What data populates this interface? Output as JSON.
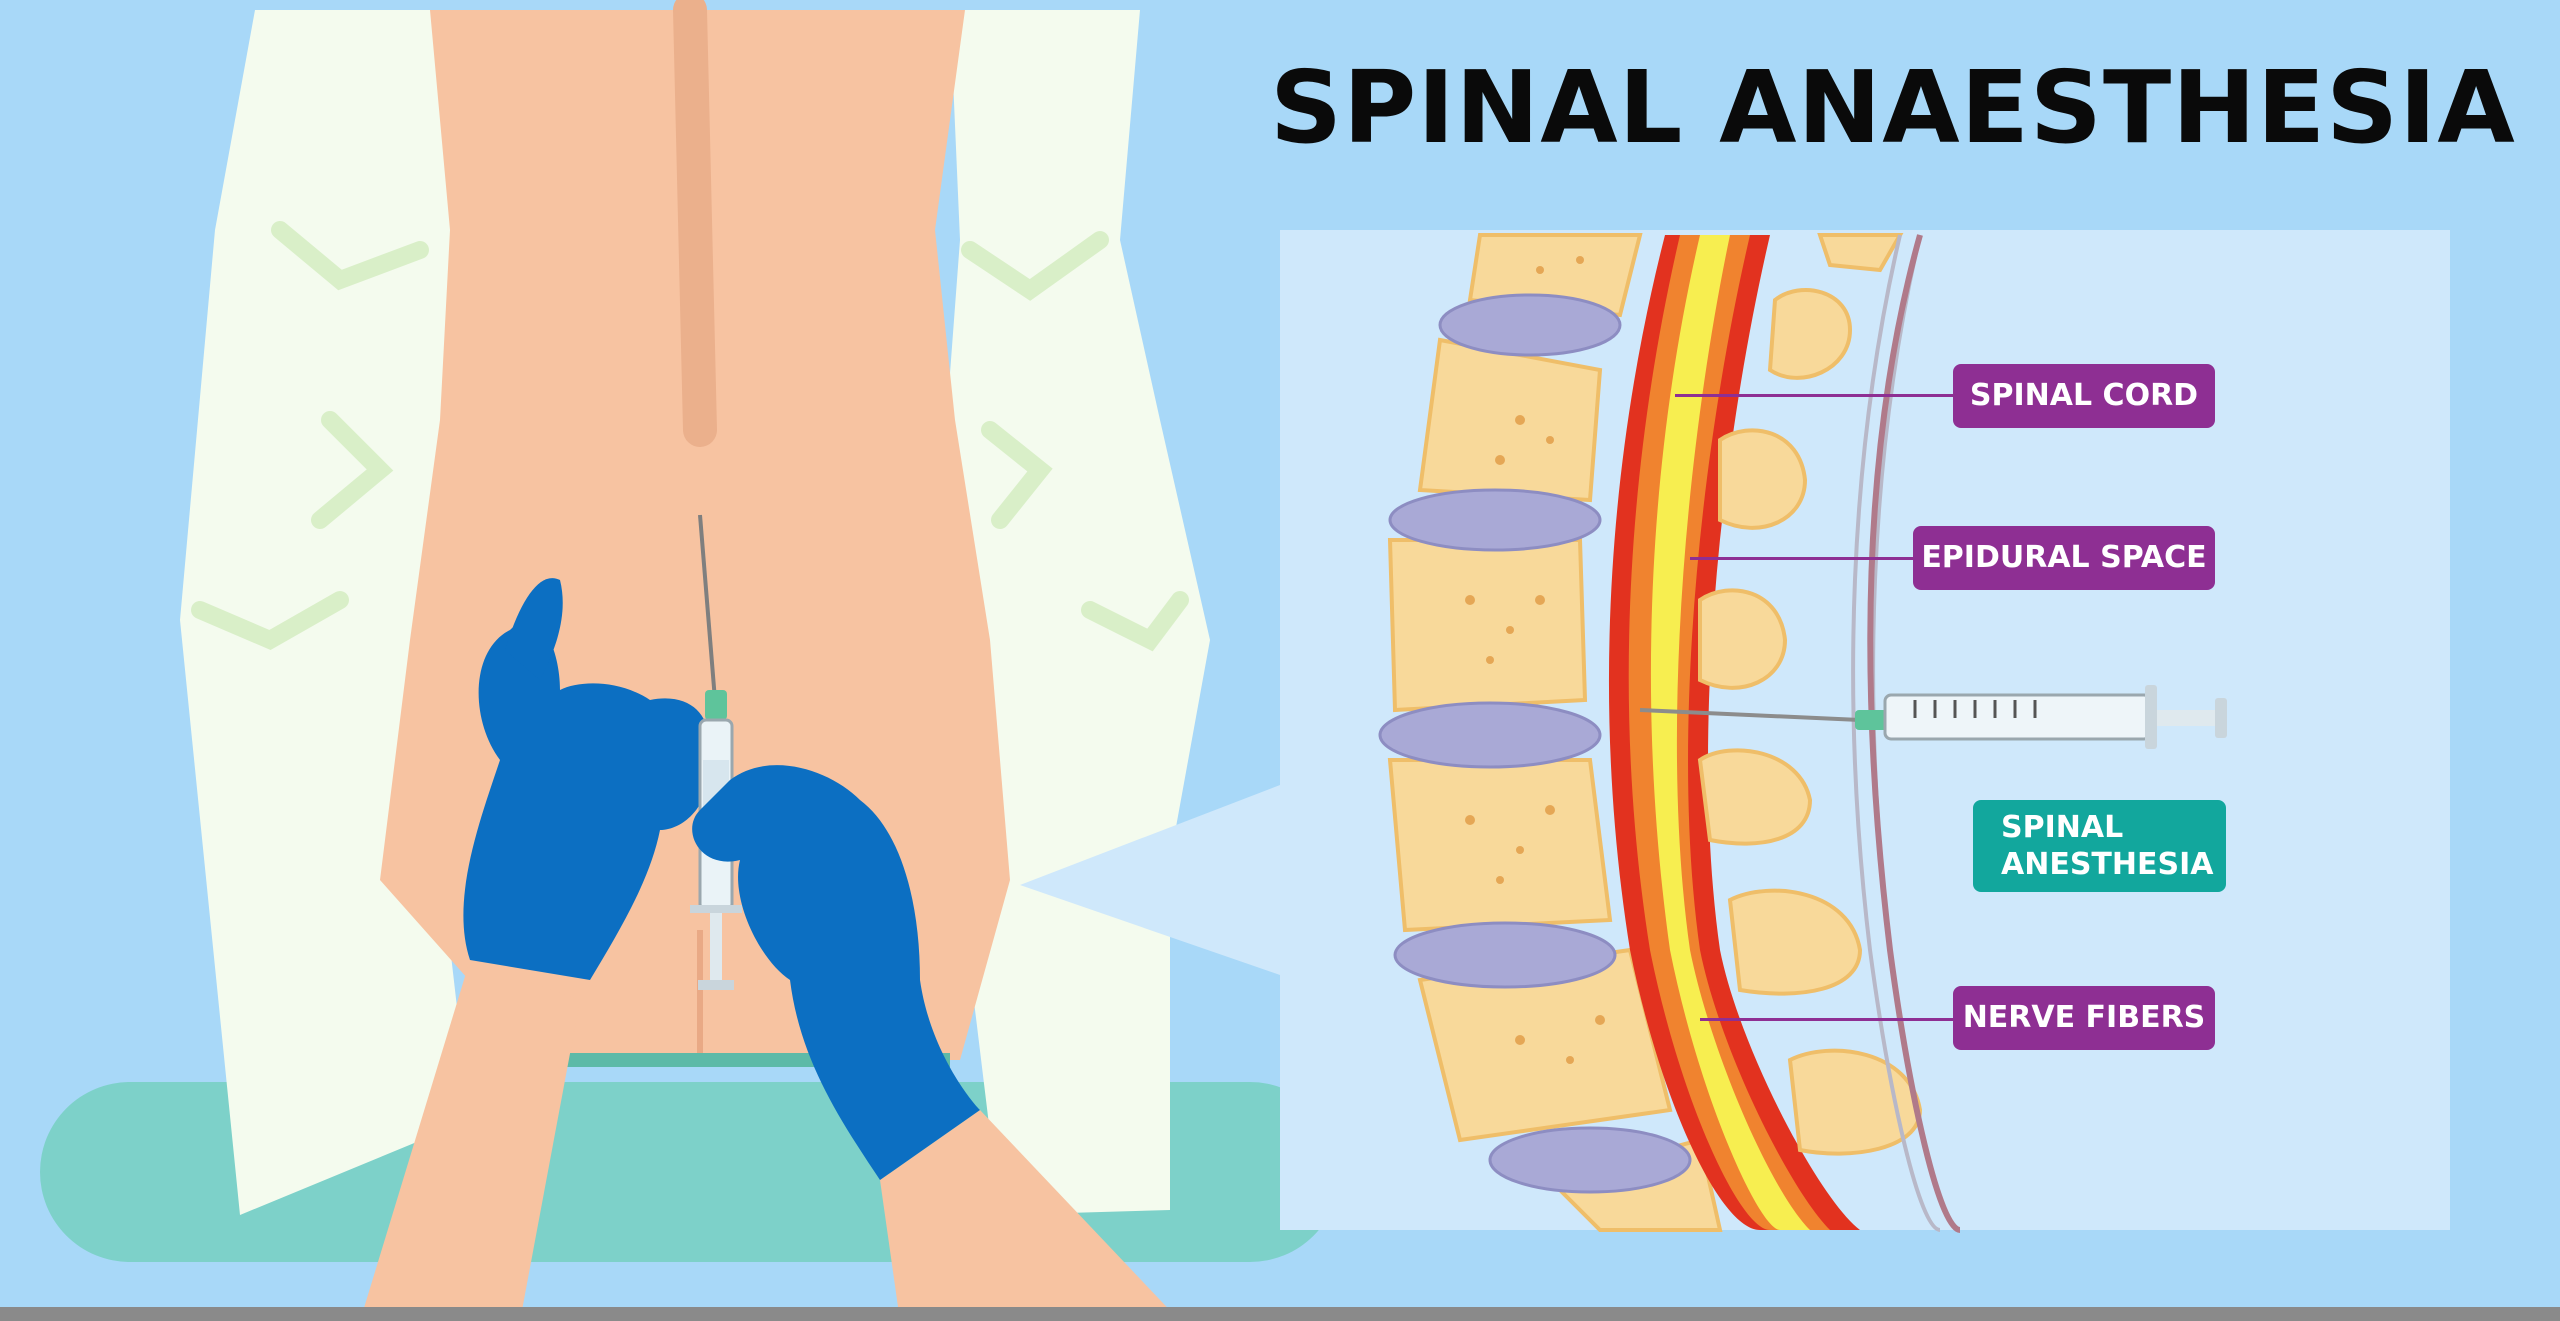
{
  "title": "SPINAL ANAESTHESIA",
  "labels": {
    "spinal_cord": "SPINAL CORD",
    "epidural_space": "EPIDURAL SPACE",
    "spinal_anesthesia": "SPINAL\nANESTHESIA",
    "nerve_fibers": "NERVE FIBERS"
  },
  "colors": {
    "background": "#a8d8f8",
    "label_purple": "#8e2f93",
    "label_teal": "#12a79d",
    "glove_blue": "#0c6fc2",
    "skin": "#f7c3a1",
    "spinal_cord_yellow": "#f7ee50",
    "dura_red": "#e2321f",
    "bone": "#f8d99a",
    "disc": "#a9a9d6"
  }
}
